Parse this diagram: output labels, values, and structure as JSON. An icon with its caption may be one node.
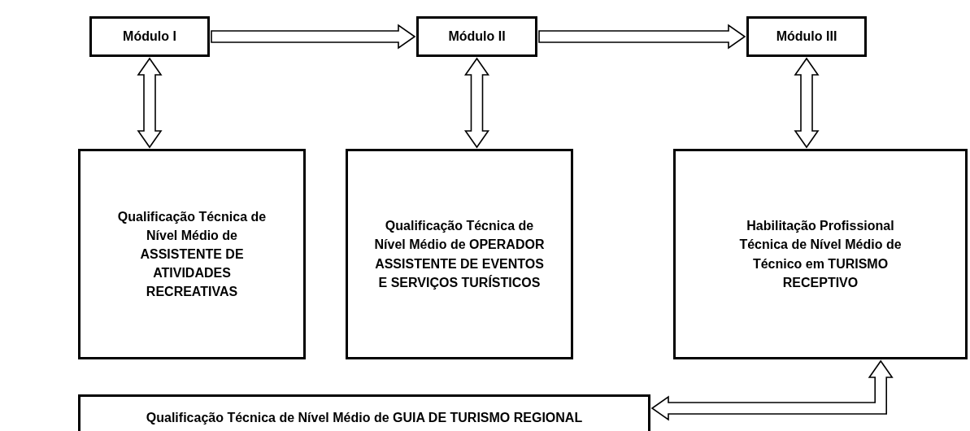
{
  "diagram": {
    "nodes": [
      {
        "text": [
          "Módulo I"
        ]
      },
      {
        "text": [
          "Módulo II"
        ]
      },
      {
        "text": [
          "Módulo III"
        ]
      },
      {
        "text": [
          "Qualificação Técnica de Nível Médio de ASSISTENTE DE ATIVIDADES RECREATIVAS"
        ]
      },
      {
        "text": [
          "Qualificação Técnica de Nível Médio de OPERADOR ASSISTENTE DE EVENTOS E SERVIÇOS TURÍSTICOS"
        ]
      },
      {
        "text": [
          "Habilitação Profissional Técnica de Nível Médio de Técnico em TURISMO RECEPTIVO"
        ]
      },
      {
        "text": [
          "Qualificação Técnica de Nível Médio de GUIA DE TURISMO REGIONAL"
        ]
      }
    ],
    "edges": [
      {
        "from": 0,
        "to": 1,
        "arrow": "to"
      },
      {
        "from": 1,
        "to": 2,
        "arrow": "to"
      },
      {
        "from": 0,
        "to": 3,
        "arrow": "both"
      },
      {
        "from": 1,
        "to": 4,
        "arrow": "both"
      },
      {
        "from": 2,
        "to": 5,
        "arrow": "both"
      },
      {
        "from": 6,
        "to": 5,
        "arrow": "both"
      }
    ]
  }
}
